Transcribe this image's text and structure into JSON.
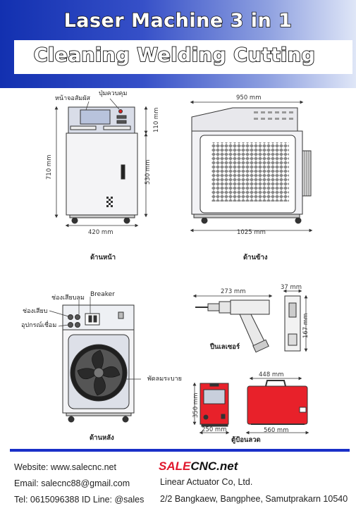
{
  "header": {
    "title": "Laser Machine 3 in 1",
    "subtitle": "Cleaning Welding Cutting"
  },
  "front": {
    "label_touch": "หน้าจอสัมผัส",
    "label_control": "ปุ่มควบคุม",
    "dim_top": "110 mm",
    "dim_left": "710 mm",
    "dim_right": "530 mm",
    "dim_width": "420 mm",
    "caption": "ด้านหน้า"
  },
  "side": {
    "dim_top": "950 mm",
    "dim_width": "1025 mm",
    "caption": "ด้านข้าง"
  },
  "back": {
    "label_socket_left": "ช่องเสียบ",
    "label_socket_left2": "อุปกรณ์เชื่อม",
    "label_air": "ช่องเสียบลม",
    "label_breaker": "Breaker",
    "label_fan": "พัดลมระบาย",
    "caption": "ด้านหลัง"
  },
  "gun": {
    "dim_length": "273 mm",
    "dim_depth": "37 mm",
    "dim_height": "167 mm",
    "caption": "ปืนเลเซอร์"
  },
  "feeder": {
    "dim_height": "350 mm",
    "dim_width": "250 mm",
    "dim_case_top": "448 mm",
    "dim_case_bottom": "560 mm",
    "caption": "ตู้ป้อนลวด"
  },
  "footer": {
    "website": "Website: www.salecnc.net",
    "email": "Email: salecnc88@gmail.com",
    "tel": "Tel: 0615096388  ID Line: @sales",
    "brand_red": "SALE",
    "brand_black": "CNC.net",
    "company": "Linear Actuator Co, Ltd.",
    "address": "2/2 Bangkaew, Bangphee, Samutprakarn 10540"
  }
}
